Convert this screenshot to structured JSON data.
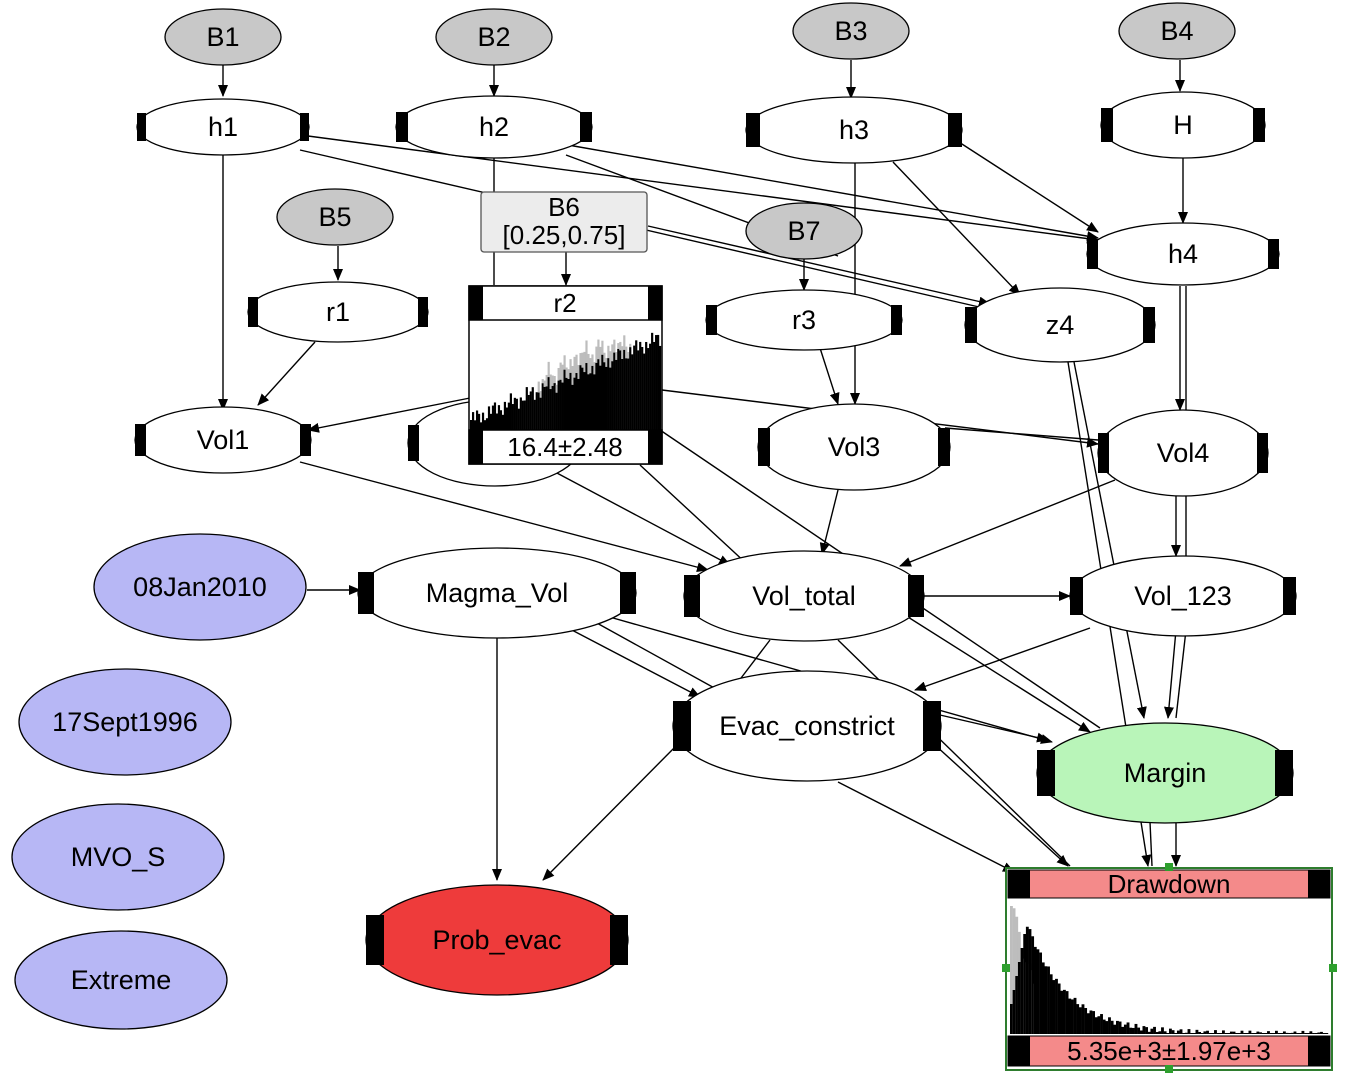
{
  "colors": {
    "gray_node": "#c8c8c8",
    "white_node": "#ffffff",
    "blue_node": "#b7b7f5",
    "green_node": "#b9f5b9",
    "red_node": "#ee3b3b",
    "box_gray": "#ececec",
    "drawdown_title": "#f48a8a",
    "hist_gray": "#bdbdbd",
    "hist_black": "#000000"
  },
  "nodes": {
    "B1": "B1",
    "B2": "B2",
    "B3": "B3",
    "B4": "B4",
    "B5": "B5",
    "B7": "B7",
    "h1": "h1",
    "h2": "h2",
    "h3": "h3",
    "H": "H",
    "h4": "h4",
    "r1": "r1",
    "r3": "r3",
    "z4": "z4",
    "Vol1": "Vol1",
    "Vol3": "Vol3",
    "Vol4": "Vol4",
    "Magma_Vol": "Magma_Vol",
    "Vol_total": "Vol_total",
    "Vol_123": "Vol_123",
    "Evac_constrict": "Evac_constrict",
    "Margin": "Margin",
    "Prob_evac": "Prob_evac",
    "date1": "08Jan2010",
    "date2": "17Sept1996",
    "mvo": "MVO_S",
    "extreme": "Extreme"
  },
  "b6": {
    "title": "B6",
    "range": "[0.25,0.75]"
  },
  "r2": {
    "title": "r2",
    "value": "16.4±2.48"
  },
  "drawdown": {
    "title": "Drawdown",
    "value": "5.35e+3±1.97e+3"
  }
}
